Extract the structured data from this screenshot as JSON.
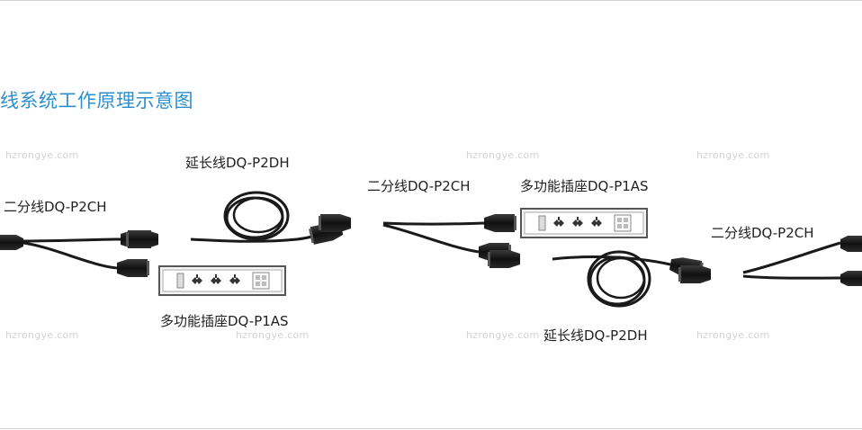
{
  "title": "线系统工作原理示意图",
  "labels": {
    "splitter_left": "二分线DQ-P2CH",
    "extension_left": "延长线DQ-P2DH",
    "socket_left": "多功能插座DQ-P1AS",
    "splitter_mid": "二分线DQ-P2CH",
    "socket_mid": "多功能插座DQ-P1AS",
    "extension_right": "延长线DQ-P2DH",
    "splitter_right": "二分线DQ-P2CH"
  },
  "watermarks": [
    "hzrongye.com",
    "hzrongye.com",
    "hzrongye.com",
    "hzrongye.com",
    "hzrongye.com",
    "hzrongye.com",
    "hzrongye.com",
    "hzrongye.com"
  ],
  "colors": {
    "title": "#2f8fce",
    "cable": "#1a1a1a",
    "socket_frame": "#555555"
  }
}
